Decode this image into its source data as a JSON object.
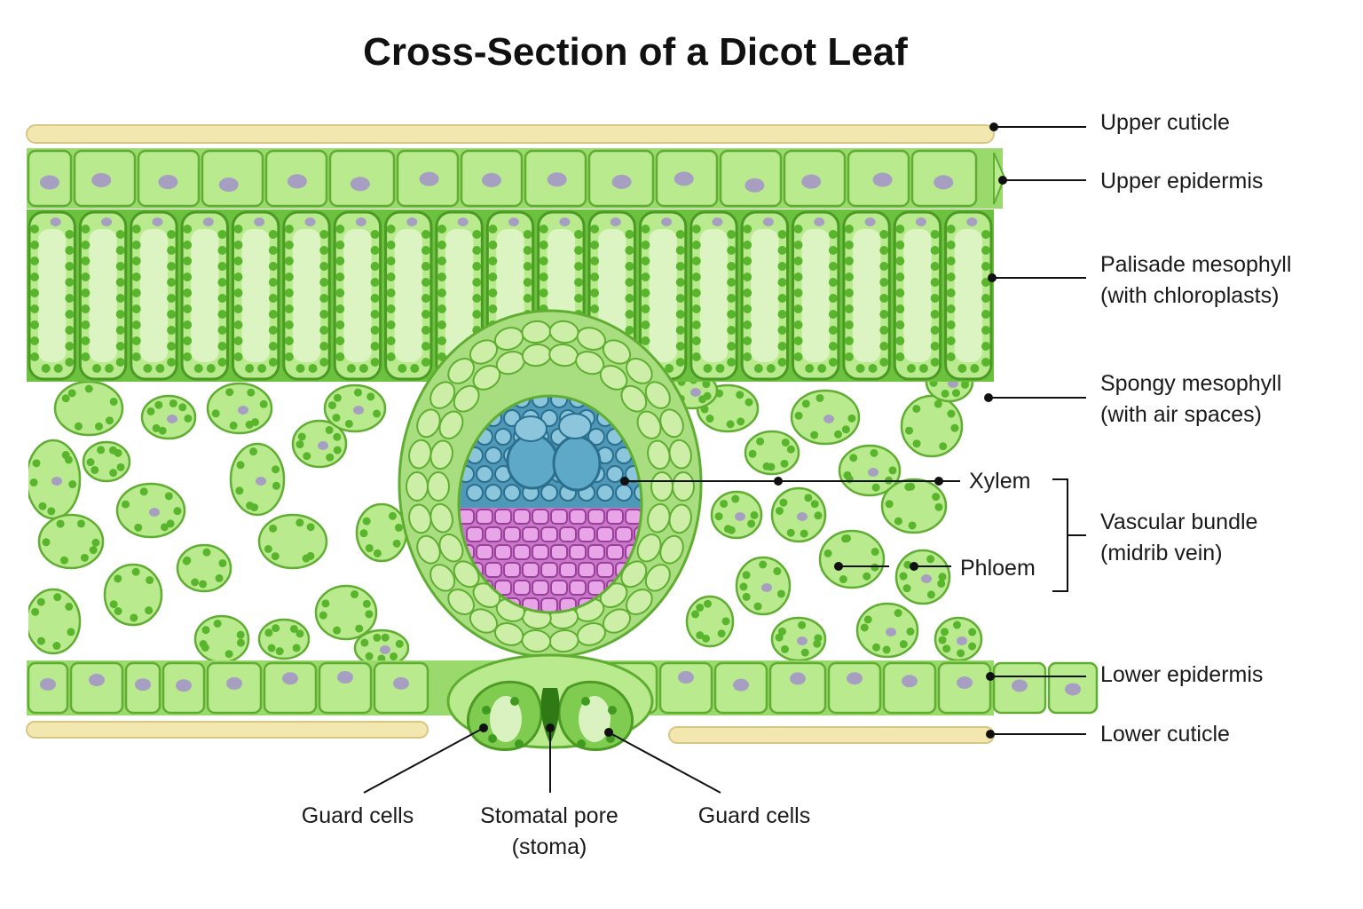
{
  "title": "Cross-Section of a Dicot Leaf",
  "labels": {
    "upper_cuticle": "Upper cuticle",
    "upper_epidermis": "Upper epidermis",
    "palisade_line1": "Palisade mesophyll",
    "palisade_line2": "(with chloroplasts)",
    "spongy_line1": "Spongy mesophyll",
    "spongy_line2": "(with air spaces)",
    "xylem": "Xylem",
    "phloem": "Phloem",
    "vascular_line1": "Vascular bundle",
    "vascular_line2": "(midrib vein)",
    "lower_epidermis": "Lower epidermis",
    "lower_cuticle": "Lower cuticle",
    "guard_cells_left": "Guard cells",
    "stomatal_line1": "Stomatal pore",
    "stomatal_line2": "(stoma)",
    "guard_cells_right": "Guard cells"
  },
  "colors": {
    "cuticle": "#f3e7b0",
    "cell_fill": "#b9ea8e",
    "cell_stroke": "#5fae32",
    "chloroplast": "#58b52c",
    "nucleus": "#a79fc2",
    "xylem": "#4f98b8",
    "phloem": "#d382d3",
    "sheath": "#cdeea6"
  }
}
